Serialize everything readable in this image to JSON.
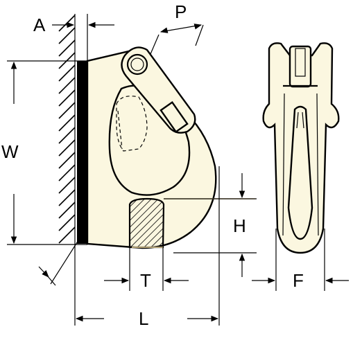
{
  "labels": {
    "A": "A",
    "P": "P",
    "W": "W",
    "H": "H",
    "T": "T",
    "L": "L",
    "F": "F"
  },
  "colors": {
    "body_fill": "#fbf7e0",
    "accent_line": "#e9d49a",
    "ink": "#000000"
  }
}
